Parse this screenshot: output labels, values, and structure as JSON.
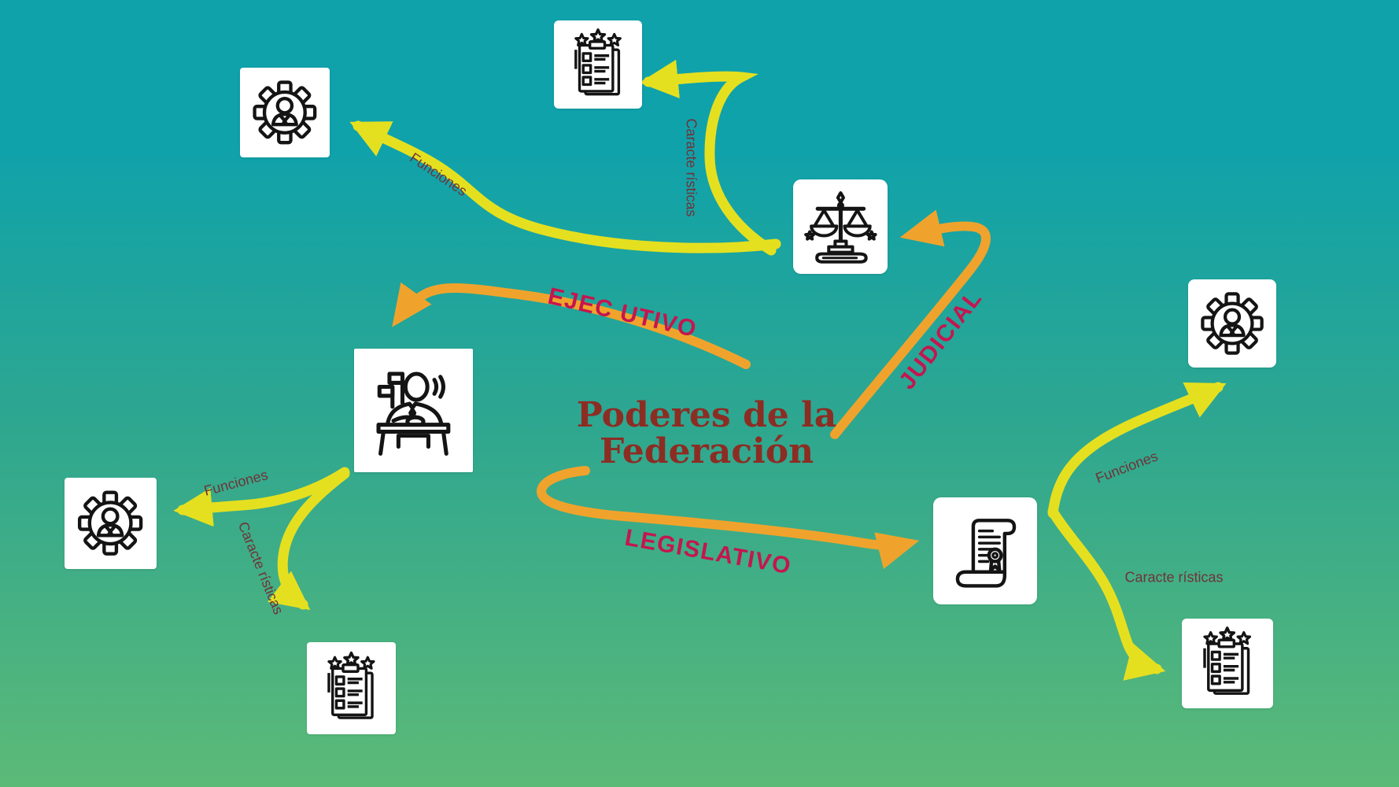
{
  "colors": {
    "bg-top": "#0FA2AB",
    "bg-mid": "#2FA78F",
    "bg-bottom": "#5CBA77",
    "arrow-orange": "#F0A32C",
    "arrow-yellow": "#E5E01F",
    "branch-label": "#C4164F",
    "title": "#8C2D24",
    "sublabel": "#6F3338",
    "icon-ink": "#141414",
    "icon-box-bg": "#FFFFFF"
  },
  "center": {
    "title_line1": "Poderes de la",
    "title_line2": "Federación"
  },
  "branches": {
    "ejecutivo": {
      "label": "EJEC UTIVO"
    },
    "judicial": {
      "label": "JUDICIAL"
    },
    "legislativo": {
      "label": "LEGISLATIVO"
    }
  },
  "sublabels": {
    "funciones": "Funciones",
    "caracteristicas": "Caracte rísticas"
  },
  "node_icons": {
    "executive": "president-at-desk-icon",
    "judicial": "scales-of-justice-icon",
    "legislative": "scroll-document-icon",
    "funciones": "gear-with-person-icon",
    "caracteristicas": "checklist-with-stars-icon"
  }
}
